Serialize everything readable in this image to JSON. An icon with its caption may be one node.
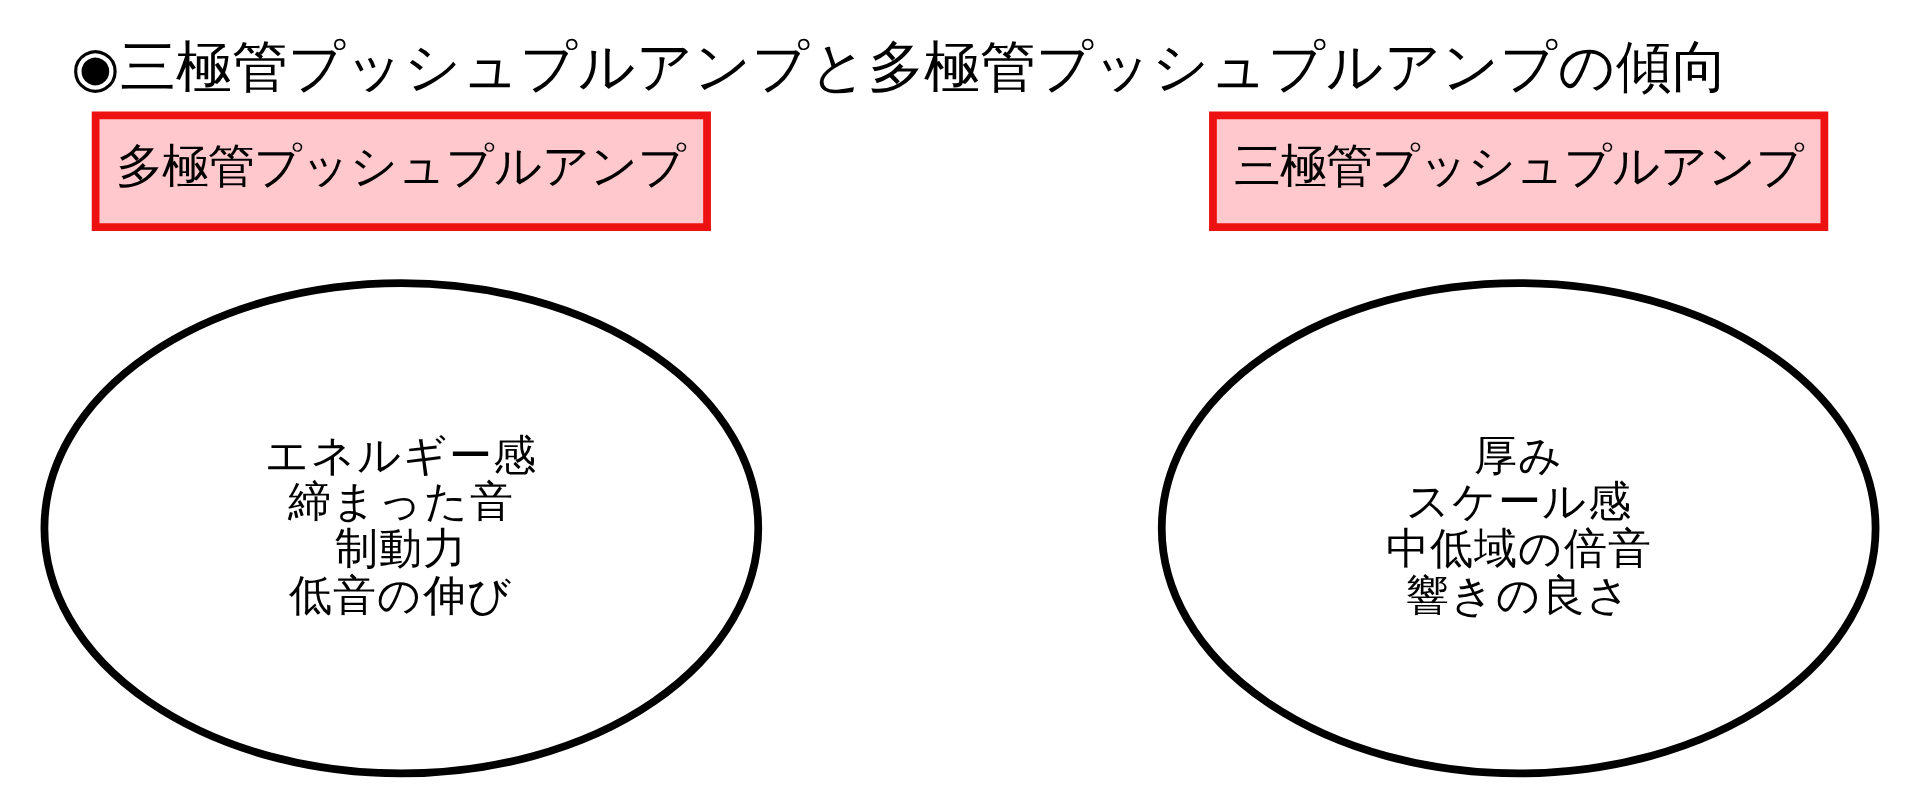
{
  "diagram": {
    "title": "◉三極管プッシュプルアンプと多極管プッシュプルアンプの傾向",
    "nodes": [
      {
        "text": [
          "多極管プッシュプルアンプ"
        ]
      },
      {
        "text": [
          "エネルギー感",
          "締まった音",
          "制動力",
          "低音の伸び"
        ]
      },
      {
        "text": [
          "三極管プッシュプルアンプ"
        ]
      },
      {
        "text": [
          "厚み",
          "スケール感",
          "中低域の倍音",
          "響きの良さ"
        ]
      }
    ],
    "edges": []
  }
}
